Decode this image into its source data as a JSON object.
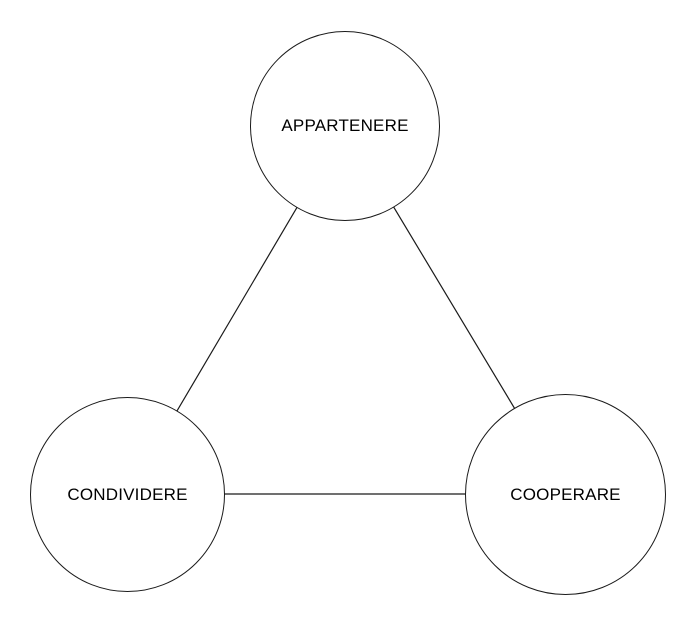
{
  "diagram": {
    "title": "triangle-relationship-diagram",
    "colors": {
      "stroke": "#1a1a1a",
      "background": "#ffffff",
      "text": "#000000"
    },
    "nodes": [
      {
        "id": "appartenere",
        "label": "APPARTENERE",
        "position": "top"
      },
      {
        "id": "condividere",
        "label": "CONDIVIDERE",
        "position": "bottom-left"
      },
      {
        "id": "cooperare",
        "label": "COOPERARE",
        "position": "bottom-right"
      }
    ],
    "edges": [
      {
        "from": "appartenere",
        "to": "condividere"
      },
      {
        "from": "appartenere",
        "to": "cooperare"
      },
      {
        "from": "condividere",
        "to": "cooperare"
      }
    ]
  }
}
